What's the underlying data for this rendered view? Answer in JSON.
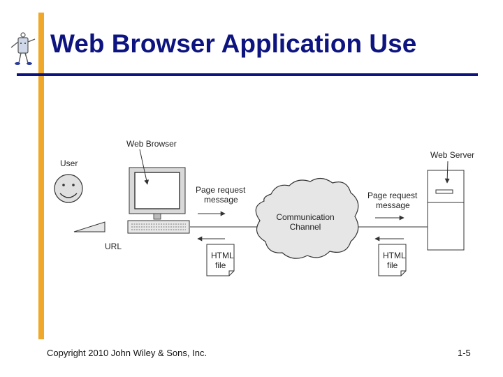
{
  "slide": {
    "title": "Web Browser Application Use",
    "footer": "Copyright 2010 John Wiley & Sons, Inc.",
    "page_number": "1-5"
  },
  "diagram": {
    "user_label": "User",
    "url_label": "URL",
    "browser_label": "Web Browser",
    "request_left_line1": "Page request",
    "request_left_line2": "message",
    "channel_line1": "Communication",
    "channel_line2": "Channel",
    "request_right_line1": "Page request",
    "request_right_line2": "message",
    "server_label": "Web Server",
    "html_left_line1": "HTML",
    "html_left_line2": "file",
    "html_right_line1": "HTML",
    "html_right_line2": "file"
  },
  "colors": {
    "title": "#0d1480",
    "accent_bar": "#f0a82a",
    "diagram_stroke": "#333333",
    "diagram_fill": "#e6e6e6"
  }
}
